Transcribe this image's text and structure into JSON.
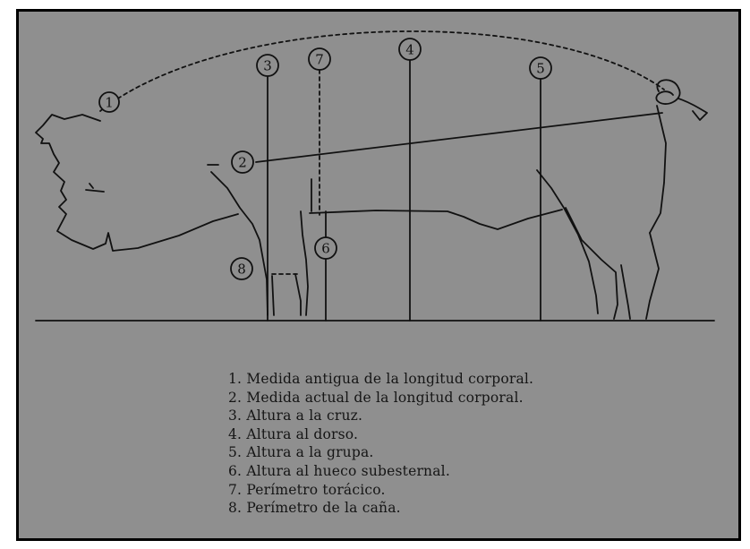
{
  "markers": [
    {
      "id": "m1",
      "label": "1"
    },
    {
      "id": "m2",
      "label": "2"
    },
    {
      "id": "m3",
      "label": "3"
    },
    {
      "id": "m4",
      "label": "4"
    },
    {
      "id": "m5",
      "label": "5"
    },
    {
      "id": "m6",
      "label": "6"
    },
    {
      "id": "m7",
      "label": "7"
    },
    {
      "id": "m8",
      "label": "8"
    }
  ],
  "legend": [
    "1. Medida antigua de  la longitud corporal.",
    "2. Medida actual de la longitud corporal.",
    "3. Altura a la cruz.",
    "4. Altura al dorso.",
    "5. Altura a la grupa.",
    "6. Altura al hueco subesternal.",
    "7. Perímetro torácico.",
    "8. Perímetro de la caña."
  ],
  "colors": {
    "background": "#8f8f8f",
    "line": "#111111",
    "frame": "#000000"
  }
}
